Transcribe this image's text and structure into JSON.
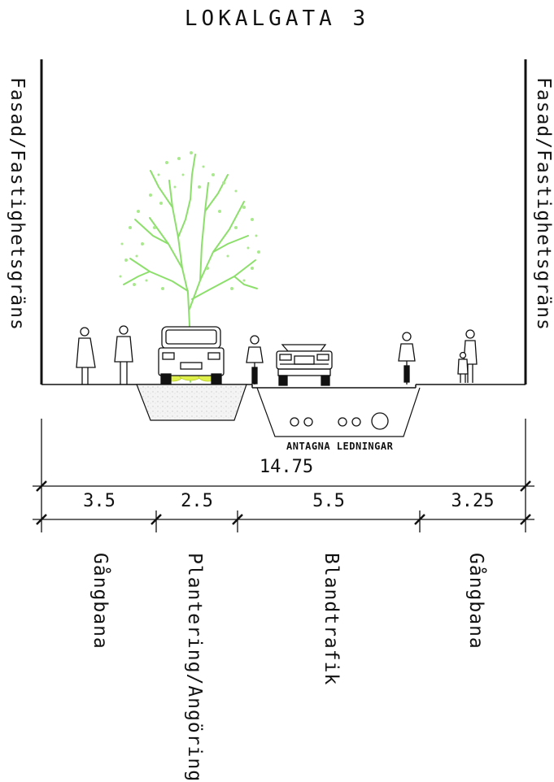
{
  "title": "LOKALGATA 3",
  "facade_label_left": "Fasad/Fastighetsgräns",
  "facade_label_right": "Fasad/Fastighetsgräns",
  "utilities_label": "ANTAGNA LEDNINGAR",
  "total_width": "14.75",
  "segments": [
    {
      "width": "3.5",
      "label": "Gångbana"
    },
    {
      "width": "2.5",
      "label": "Plantering/Angöring"
    },
    {
      "width": "5.5",
      "label": "Blandtrafik"
    },
    {
      "width": "3.25",
      "label": "Gångbana"
    }
  ],
  "colors": {
    "line": "#111111",
    "tree": "#9be37c",
    "tree_dark": "#73c95a",
    "shrub": "#d7ef4a"
  }
}
